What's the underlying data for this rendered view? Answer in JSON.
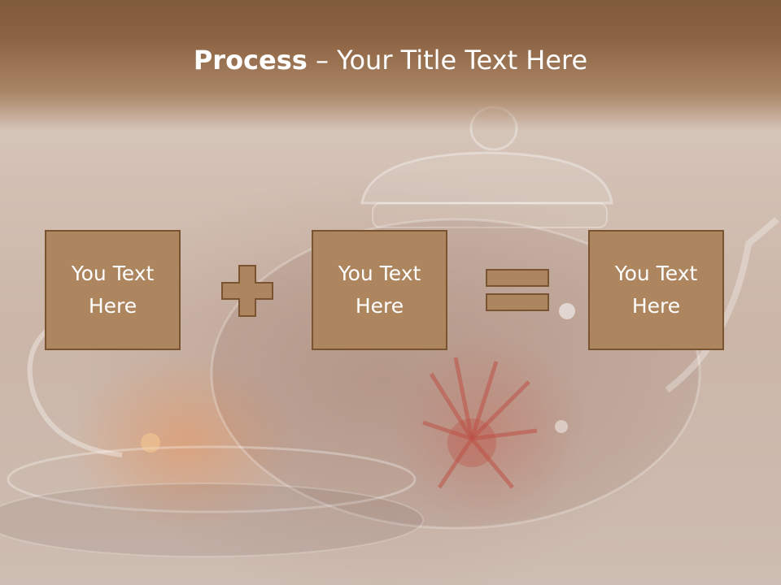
{
  "slide": {
    "title_bold": "Process",
    "title_separator": " – ",
    "title_rest": "Your Title Text Here",
    "boxes": [
      {
        "line1": "You Text",
        "line2": "Here"
      },
      {
        "line1": "You Text",
        "line2": "Here"
      },
      {
        "line1": "You Text",
        "line2": "Here"
      }
    ],
    "operators": [
      "plus",
      "equals"
    ]
  },
  "colors": {
    "title_band": "#8d6443",
    "box_fill": "#ad855e",
    "box_border": "#7a5331",
    "text": "#ffffff"
  }
}
